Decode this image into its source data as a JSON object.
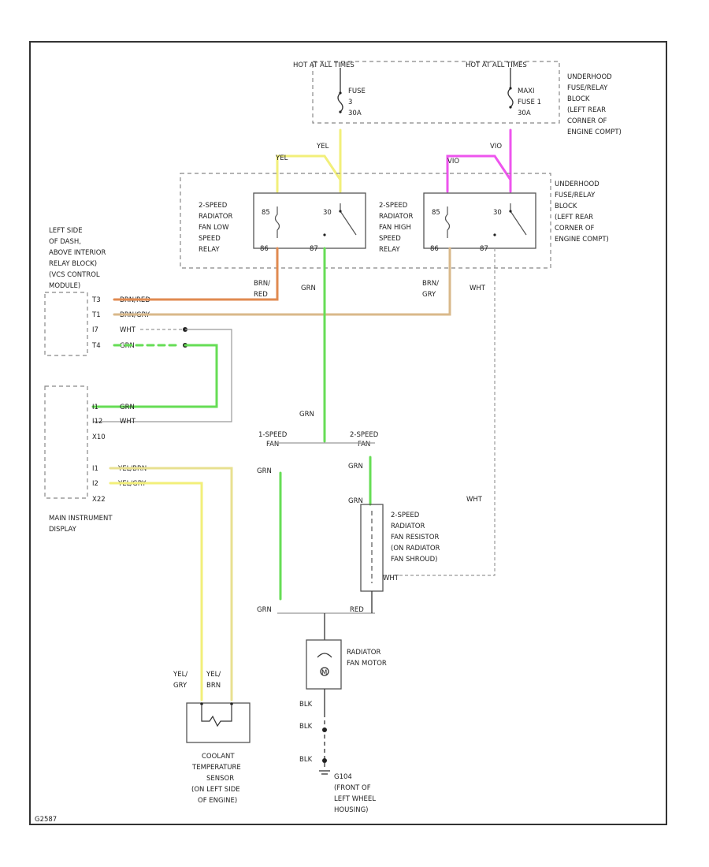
{
  "colors": {
    "yellow": "#f2ef7a",
    "magenta": "#ee55ee",
    "green": "#66dd55",
    "orange": "#e08a50",
    "tan": "#d9b88a",
    "pale_yellow": "#e8e090",
    "gray": "#999999"
  },
  "icons": {
    "fuse": "fuse-icon",
    "relay": "relay-switch-icon",
    "motor": "motor-icon",
    "ground": "ground-icon",
    "sensor": "thermistor-icon"
  },
  "power": {
    "hot_left": "HOT AT ALL TIMES",
    "hot_right": "HOT AT ALL TIMES",
    "fuse_left": [
      "FUSE",
      "3",
      "30A"
    ],
    "fuse_right": [
      "MAXI",
      "FUSE 1",
      "30A"
    ],
    "wire_yel": "YEL",
    "wire_vio": "VIO"
  },
  "block_top": [
    "UNDERHOOD",
    "FUSE/RELAY",
    "BLOCK",
    "(LEFT REAR",
    "CORNER OF",
    "ENGINE COMPT)"
  ],
  "block_mid": [
    "UNDERHOOD",
    "FUSE/RELAY",
    "BLOCK",
    "(LEFT REAR",
    "CORNER OF",
    "ENGINE COMPT)"
  ],
  "relay_low": {
    "label": [
      "2-SPEED",
      "RADIATOR",
      "FAN LOW",
      "SPEED",
      "RELAY"
    ],
    "pins": [
      "85",
      "30",
      "86",
      "87"
    ],
    "wire_in": "YEL"
  },
  "relay_high": {
    "label": [
      "2-SPEED",
      "RADIATOR",
      "FAN HIGH",
      "SPEED",
      "RELAY"
    ],
    "pins": [
      "85",
      "30",
      "86",
      "87"
    ],
    "wire_in": "VIO"
  },
  "relay_block": [
    "LEFT SIDE",
    "OF DASH,",
    "ABOVE INTERIOR",
    "RELAY BLOCK)",
    "(VCS CONTROL",
    "MODULE)"
  ],
  "vcs_pins": [
    {
      "pin": "T3",
      "wire": "BRN/RED"
    },
    {
      "pin": "T1",
      "wire": "BRN/GRY"
    },
    {
      "pin": "I7",
      "wire": "WHT"
    },
    {
      "pin": "T4",
      "wire": "GRN"
    }
  ],
  "wire_labels": {
    "brn_red": [
      "BRN/",
      "RED"
    ],
    "brn_gry": [
      "BRN/",
      "GRY"
    ],
    "grn_relay": "GRN",
    "wht_relay": "WHT",
    "grn_mid": "GRN",
    "wht_mid": "WHT"
  },
  "main_display": {
    "pins_top": [
      {
        "pin": "I1",
        "wire": "GRN"
      },
      {
        "pin": "I12",
        "wire": "WHT"
      }
    ],
    "conn_top": "X10",
    "pins_bottom": [
      {
        "pin": "I1",
        "wire": "YEL/BRN"
      },
      {
        "pin": "I2",
        "wire": "YEL/GRY"
      }
    ],
    "conn_bottom": "X22",
    "label": [
      "MAIN INSTRUMENT",
      "DISPLAY"
    ]
  },
  "fan": {
    "speed1": [
      "1-SPEED",
      "FAN"
    ],
    "speed2": [
      "2-SPEED",
      "FAN"
    ],
    "wire_left": "GRN",
    "wire_right": "GRN",
    "wire_right2": "GRN",
    "resistor_label": [
      "2-SPEED",
      "RADIATOR",
      "FAN RESISTOR",
      "(ON RADIATOR",
      "FAN SHROUD)"
    ],
    "res_wire": "WHT",
    "bottom_left": "GRN",
    "bottom_right": "RED",
    "motor_label": [
      "RADIATOR",
      "FAN MOTOR"
    ],
    "motor_pin": "M"
  },
  "ground": {
    "wire1": "BLK",
    "wire2": "BLK",
    "wire3": "BLK",
    "label": [
      "G104",
      "(FRONT OF",
      "LEFT WHEEL",
      "HOUSING)"
    ]
  },
  "sensor": {
    "wire_left": [
      "YEL/",
      "GRY"
    ],
    "wire_right": [
      "YEL/",
      "BRN"
    ],
    "label": [
      "COOLANT",
      "TEMPERATURE",
      "SENSOR",
      "(ON LEFT SIDE",
      "OF ENGINE)"
    ]
  },
  "footer_code": "G2587"
}
